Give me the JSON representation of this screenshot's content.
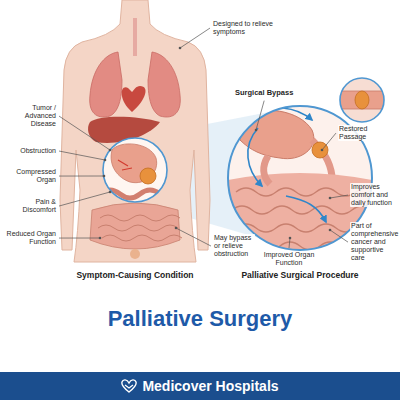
{
  "diagram": {
    "title": "Palliative Surgery",
    "nodes": [
      {
        "text": [
          "Medicover Hospitals"
        ]
      }
    ],
    "labels": [
      "Designed to relieve symptoms",
      "Tumor / Advanced Disease",
      "Surgical Bypass",
      "Obstruction",
      "Restored Passage",
      "Compressed Organ",
      "Pain & Discomfort",
      "Improves comfort and daily function",
      "Reduced Organ Function",
      "May bypass or relieve obstruction",
      "Part of comprehensive cancer and supportive care",
      "Improved Organ Function",
      "Symptom-Causing Condition",
      "Palliative Surgical Procedure"
    ]
  }
}
